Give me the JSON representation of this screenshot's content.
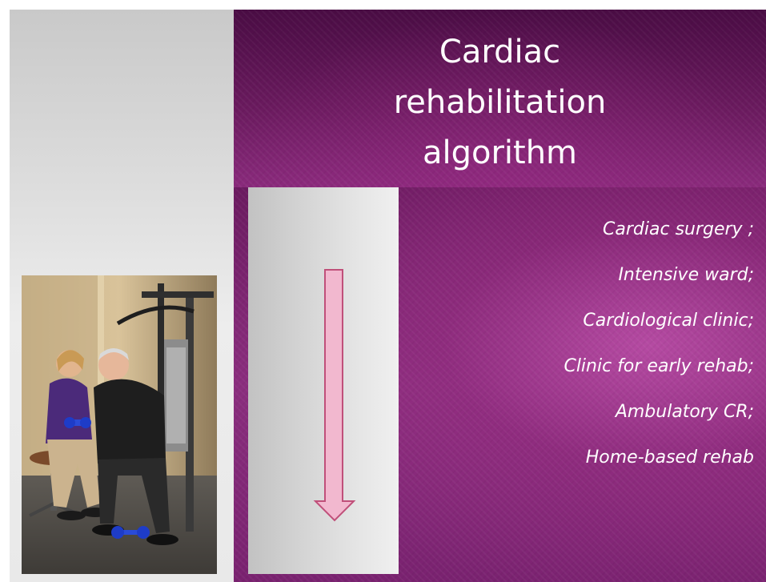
{
  "slide": {
    "title_lines": [
      "Cardiac",
      "rehabilitation",
      "algorithm"
    ],
    "steps": [
      "Cardiac surgery ;",
      "Intensive ward;",
      "Cardiological clinic;",
      "Clinic for early rehab;",
      "Ambulatory CR;",
      "Home-based rehab"
    ]
  },
  "colors": {
    "title_bg": "#5a1050",
    "content_bg": "#8a2e7e",
    "arrow_fill": "#f2b8cf",
    "arrow_stroke": "#c0507a",
    "text": "#ffffff"
  },
  "icons": {
    "arrow": "down-arrow-icon"
  }
}
